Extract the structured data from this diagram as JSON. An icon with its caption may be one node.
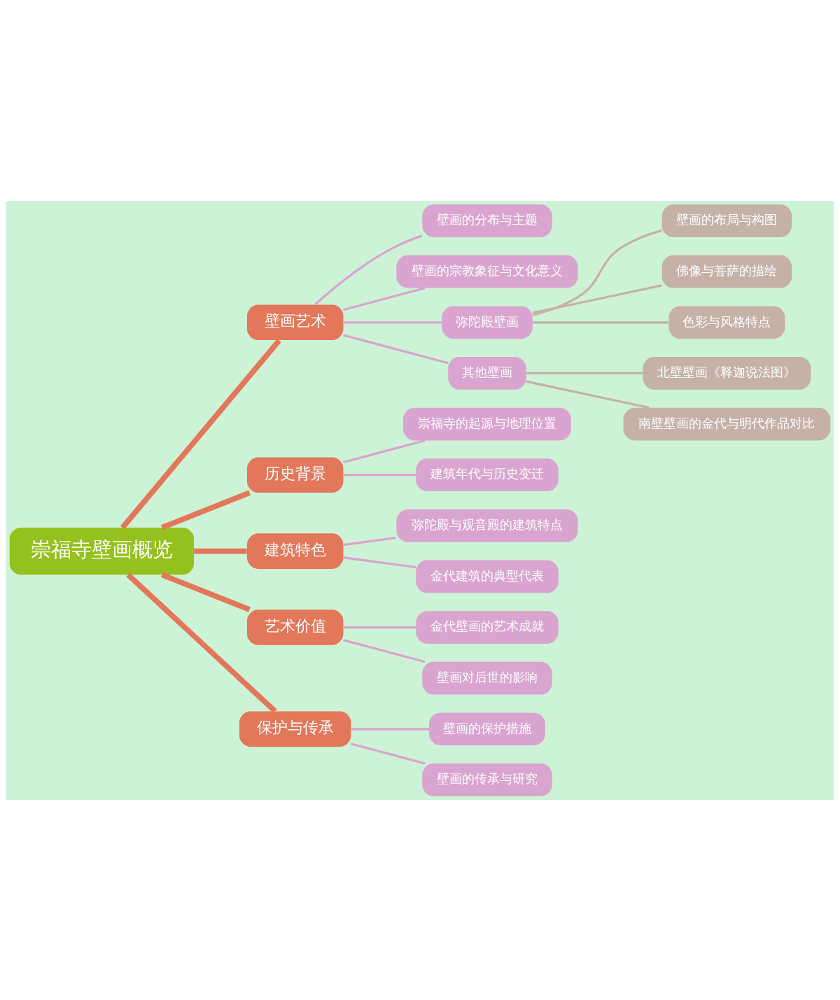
{
  "diagram": {
    "nodes": [
      {
        "text": [
          "崇福寺壁画概览"
        ]
      },
      {
        "text": [
          "壁画艺术"
        ]
      },
      {
        "text": [
          "壁画的分布与主题"
        ]
      },
      {
        "text": [
          "壁画的宗教象征与文化意义"
        ]
      },
      {
        "text": [
          "弥陀殿壁画"
        ]
      },
      {
        "text": [
          "壁画的布局与构图"
        ]
      },
      {
        "text": [
          "佛像与菩萨的描绘"
        ]
      },
      {
        "text": [
          "色彩与风格特点"
        ]
      },
      {
        "text": [
          "其他壁画"
        ]
      },
      {
        "text": [
          "北壁壁画《释迦说法图》"
        ]
      },
      {
        "text": [
          "南壁壁画的金代与明代作品对比"
        ]
      },
      {
        "text": [
          "历史背景"
        ]
      },
      {
        "text": [
          "崇福寺的起源与地理位置"
        ]
      },
      {
        "text": [
          "建筑年代与历史变迁"
        ]
      },
      {
        "text": [
          "建筑特色"
        ]
      },
      {
        "text": [
          "弥陀殿与观音殿的建筑特点"
        ]
      },
      {
        "text": [
          "金代建筑的典型代表"
        ]
      },
      {
        "text": [
          "艺术价值"
        ]
      },
      {
        "text": [
          "金代壁画的艺术成就"
        ]
      },
      {
        "text": [
          "壁画对后世的影响"
        ]
      },
      {
        "text": [
          "保护与传承"
        ]
      },
      {
        "text": [
          "壁画的保护措施"
        ]
      },
      {
        "text": [
          "壁画的传承与研究"
        ]
      }
    ],
    "edges": [
      {
        "from": 0,
        "to": 1,
        "arrow": "none",
        "style": "thick",
        "color": "#e2775a"
      },
      {
        "from": 1,
        "to": 2,
        "arrow": "none"
      },
      {
        "from": 1,
        "to": 3,
        "arrow": "none"
      },
      {
        "from": 1,
        "to": 4,
        "arrow": "none"
      },
      {
        "from": 4,
        "to": 5,
        "arrow": "none",
        "color": "#c5b1a8"
      },
      {
        "from": 4,
        "to": 6,
        "arrow": "none",
        "color": "#c5b1a8"
      },
      {
        "from": 4,
        "to": 7,
        "arrow": "none",
        "color": "#c5b1a8"
      },
      {
        "from": 1,
        "to": 8,
        "arrow": "none"
      },
      {
        "from": 8,
        "to": 9,
        "arrow": "none",
        "color": "#c5b1a8"
      },
      {
        "from": 8,
        "to": 10,
        "arrow": "none",
        "color": "#c5b1a8"
      },
      {
        "from": 0,
        "to": 11,
        "arrow": "none",
        "style": "thick",
        "color": "#e2775a"
      },
      {
        "from": 11,
        "to": 12,
        "arrow": "none"
      },
      {
        "from": 11,
        "to": 13,
        "arrow": "none"
      },
      {
        "from": 0,
        "to": 14,
        "arrow": "none",
        "style": "thick",
        "color": "#e2775a"
      },
      {
        "from": 14,
        "to": 15,
        "arrow": "none"
      },
      {
        "from": 14,
        "to": 16,
        "arrow": "none"
      },
      {
        "from": 0,
        "to": 17,
        "arrow": "none",
        "style": "thick",
        "color": "#e2775a"
      },
      {
        "from": 17,
        "to": 18,
        "arrow": "none"
      },
      {
        "from": 17,
        "to": 19,
        "arrow": "none"
      },
      {
        "from": 0,
        "to": 20,
        "arrow": "none",
        "style": "thick",
        "color": "#e2775a"
      },
      {
        "from": 20,
        "to": 21,
        "arrow": "none"
      },
      {
        "from": 20,
        "to": 22,
        "arrow": "none"
      }
    ]
  }
}
